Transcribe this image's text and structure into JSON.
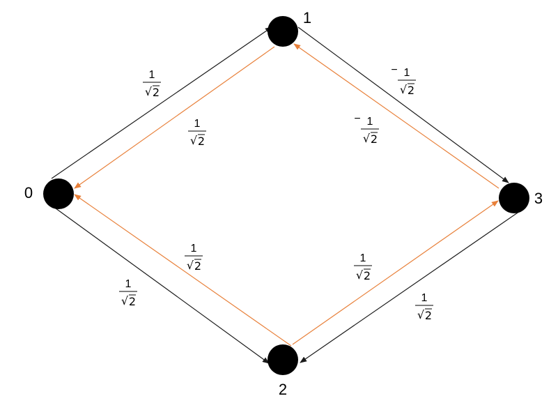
{
  "colors": {
    "forward_edge": "#1a1a1a",
    "backward_edge": "#e8803a",
    "node": "#000000"
  },
  "nodes": [
    {
      "id": "n0",
      "label": "0"
    },
    {
      "id": "n1",
      "label": "1"
    },
    {
      "id": "n2",
      "label": "2"
    },
    {
      "id": "n3",
      "label": "3"
    }
  ],
  "edges": [
    {
      "id": "e-0-1",
      "from": "0",
      "to": "1",
      "kind": "forward"
    },
    {
      "id": "e-1-3",
      "from": "1",
      "to": "3",
      "kind": "forward"
    },
    {
      "id": "e-0-2",
      "from": "0",
      "to": "2",
      "kind": "forward"
    },
    {
      "id": "e-3-2",
      "from": "3",
      "to": "2",
      "kind": "forward"
    },
    {
      "id": "e-1-0",
      "from": "1",
      "to": "0",
      "kind": "backward"
    },
    {
      "id": "e-3-1",
      "from": "3",
      "to": "1",
      "kind": "backward"
    },
    {
      "id": "e-2-0",
      "from": "2",
      "to": "0",
      "kind": "backward"
    },
    {
      "id": "e-2-3",
      "from": "2",
      "to": "3",
      "kind": "backward"
    }
  ],
  "weights": [
    {
      "edge": "e-0-1",
      "sign": "",
      "numerator": "1",
      "denominator": "2"
    },
    {
      "edge": "e-1-0",
      "sign": "",
      "numerator": "1",
      "denominator": "2"
    },
    {
      "edge": "e-1-3",
      "sign": "−",
      "numerator": "1",
      "denominator": "2"
    },
    {
      "edge": "e-3-1",
      "sign": "−",
      "numerator": "1",
      "denominator": "2"
    },
    {
      "edge": "e-2-0",
      "sign": "",
      "numerator": "1",
      "denominator": "2"
    },
    {
      "edge": "e-0-2",
      "sign": "",
      "numerator": "1",
      "denominator": "2"
    },
    {
      "edge": "e-2-3",
      "sign": "",
      "numerator": "1",
      "denominator": "2"
    },
    {
      "edge": "e-3-2",
      "sign": "",
      "numerator": "1",
      "denominator": "2"
    }
  ]
}
